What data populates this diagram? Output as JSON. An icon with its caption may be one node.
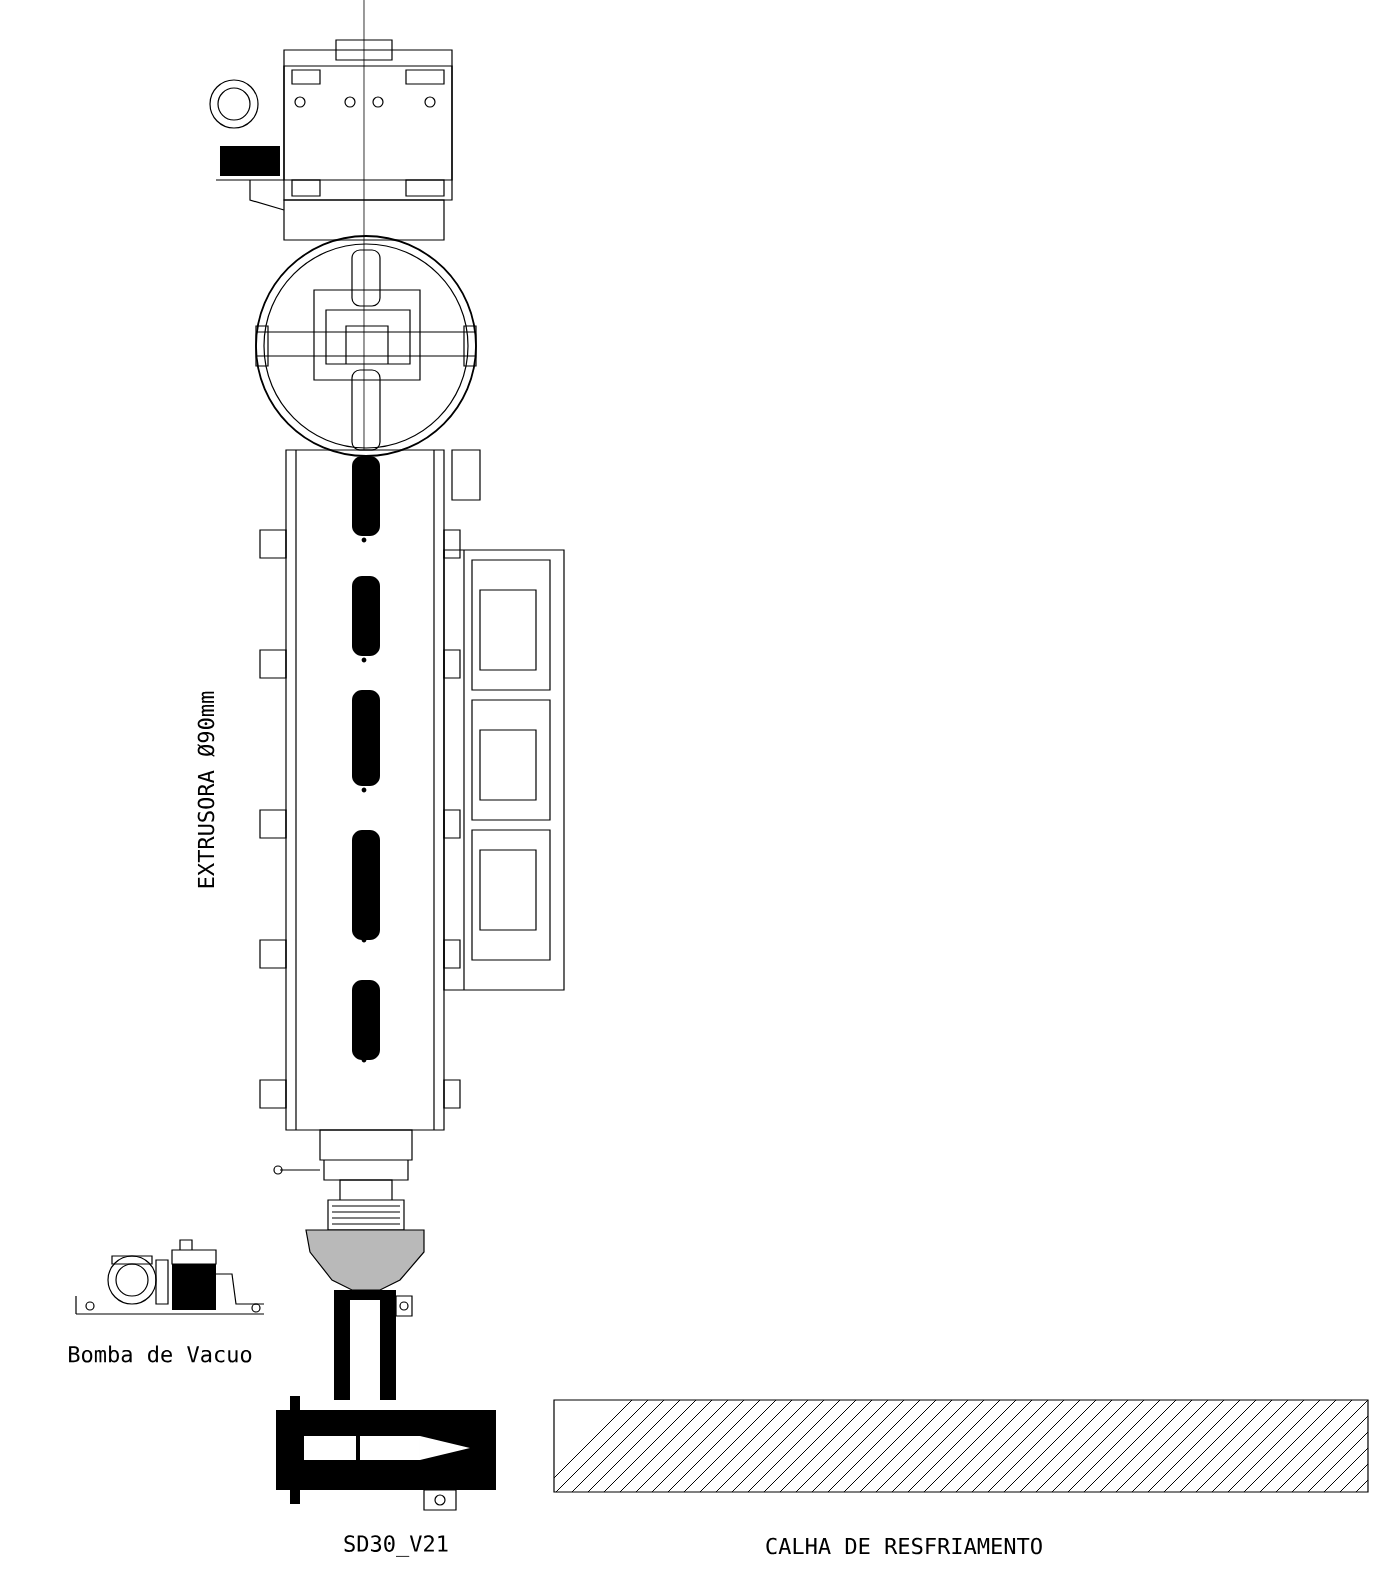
{
  "diagram": {
    "labels": [
      "EXTRUSORA Ø90mm",
      "Bomba de Vacuo",
      "SD30_V21",
      "CALHA DE RESFRIAMENTO"
    ]
  }
}
